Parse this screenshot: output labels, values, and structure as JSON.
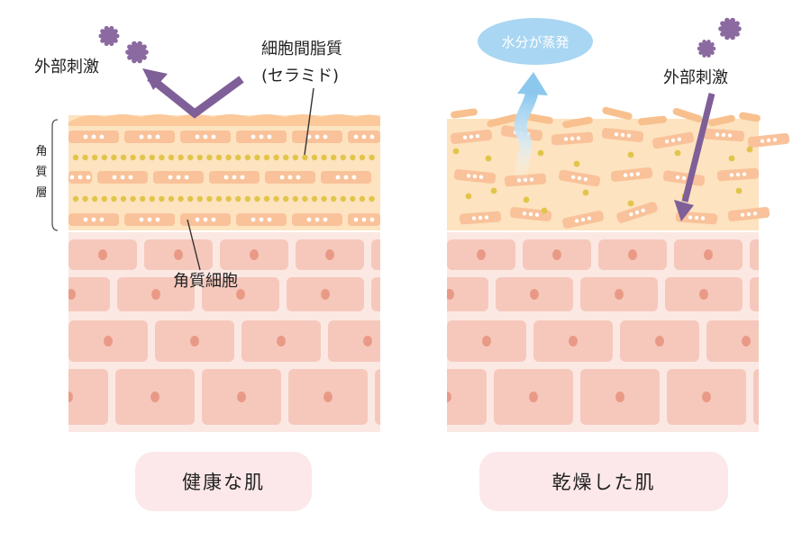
{
  "healthy": {
    "external_stimulus": "外部刺激",
    "lipid_line1": "細胞間脂質",
    "lipid_line2": "(セラミド)",
    "stratum_corneum": [
      "角",
      "質",
      "層"
    ],
    "keratinocyte": "角質細胞",
    "caption": "健康な肌"
  },
  "dry": {
    "evaporation": "水分が蒸発",
    "external_stimulus": "外部刺激",
    "caption": "乾燥した肌"
  },
  "colors": {
    "horny_layer": "#fde3bf",
    "cell_fill": "#f9c29a",
    "lipid_dot": "#e1c54a",
    "skin_bg": "#fbe8e3",
    "skin_cell": "#f6c8bc",
    "stimulus": "#8a6aa0",
    "water_bubble": "#a9d6f2",
    "caption_bg": "#fce8ea"
  },
  "icons": [
    "virus-particle-icon",
    "deflect-arrow-icon",
    "penetrate-arrow-icon",
    "evaporation-arrow-icon"
  ]
}
